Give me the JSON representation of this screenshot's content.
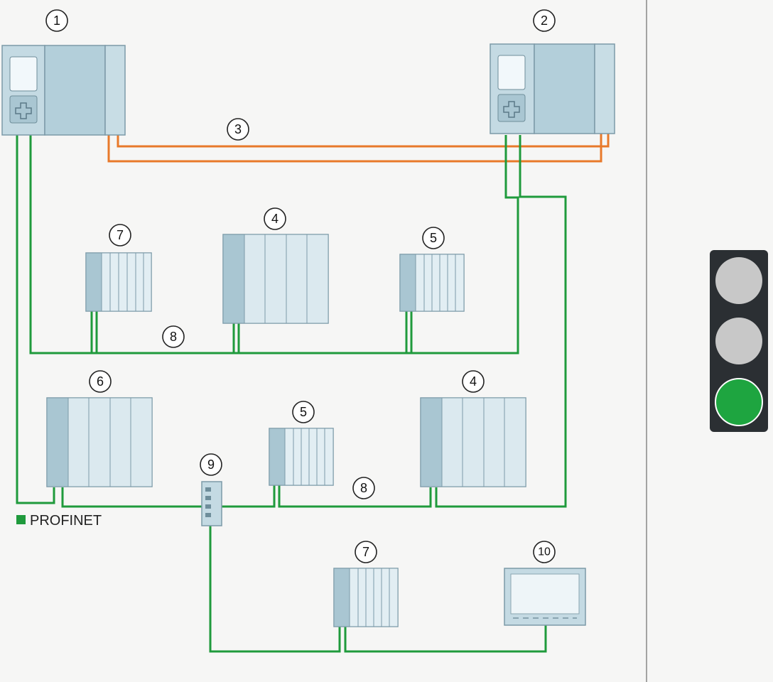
{
  "colors": {
    "profinet": "#1f9a3c",
    "sync_link": "#e8792a",
    "device_fill": "#b8d2dd",
    "device_light": "#dbe9ef",
    "device_stroke": "#7c9aa8",
    "divider": "#888888",
    "signal_housing": "#2b2f33",
    "lamp_off": "#c8c8c8",
    "lamp_green": "#1ea540"
  },
  "callouts": {
    "c1": "1",
    "c2": "2",
    "c3": "3",
    "c4a": "4",
    "c4b": "4",
    "c5a": "5",
    "c5b": "5",
    "c6": "6",
    "c7a": "7",
    "c7b": "7",
    "c8a": "8",
    "c8b": "8",
    "c9": "9",
    "c10": "10"
  },
  "legend": {
    "label": "PROFINET",
    "color_name": "green"
  },
  "status_signal": {
    "active_lamp": "green",
    "lamps": [
      "off",
      "off",
      "green"
    ]
  }
}
